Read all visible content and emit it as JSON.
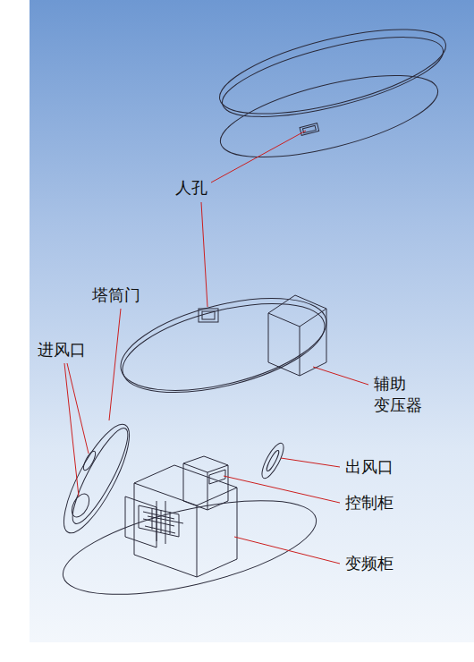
{
  "diagram": {
    "labels": [
      "人孔",
      "塔筒门",
      "进风口",
      "辅助 变压器",
      "出风口",
      "控制柜",
      "变频柜"
    ]
  }
}
